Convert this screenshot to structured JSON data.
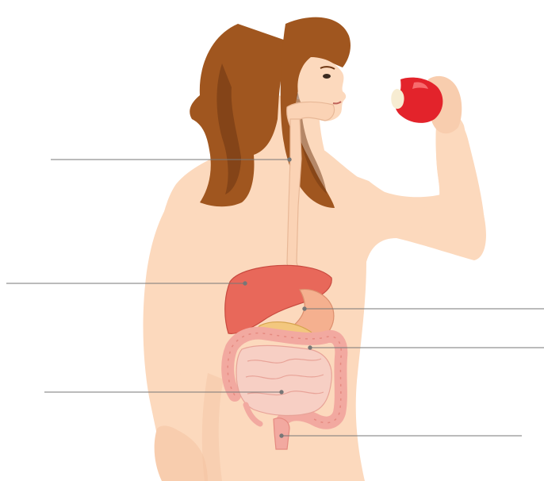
{
  "diagram": {
    "subject": "female-torso-digestive-system",
    "colors": {
      "skin": "#fcd9bd",
      "skin_shadow": "#f4c3a2",
      "hair": "#a0561f",
      "hair_dark": "#6e3612",
      "liver": "#e8685a",
      "stomach": "#f5b08f",
      "pancreas": "#f3c77e",
      "intestine": "#f2a9a0",
      "intestine_light": "#f7cfc4",
      "esophagus": "#fbd3b5",
      "apple": "#e3232b",
      "leader_line": "#777777"
    },
    "labels": [
      {
        "id": "esophagus",
        "text": ""
      },
      {
        "id": "liver",
        "text": ""
      },
      {
        "id": "stomach",
        "text": ""
      },
      {
        "id": "pancreas",
        "text": ""
      },
      {
        "id": "small-intestine",
        "text": ""
      },
      {
        "id": "large-intestine",
        "text": ""
      }
    ]
  }
}
